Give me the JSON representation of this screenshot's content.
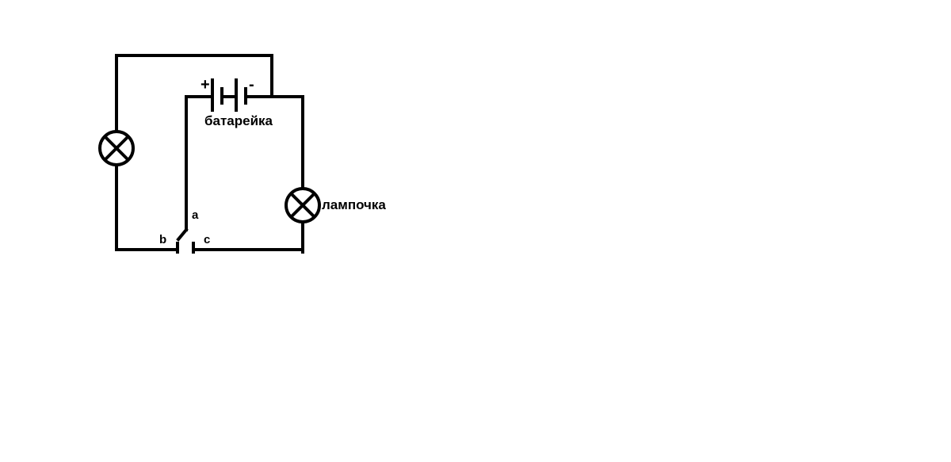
{
  "labels": {
    "battery": "батарейка",
    "lamp": "лампочка",
    "plus": "+",
    "minus": "-",
    "switch_a": "a",
    "switch_b": "b",
    "switch_c": "c"
  },
  "colors": {
    "wire": "#000000",
    "background": "#ffffff"
  }
}
